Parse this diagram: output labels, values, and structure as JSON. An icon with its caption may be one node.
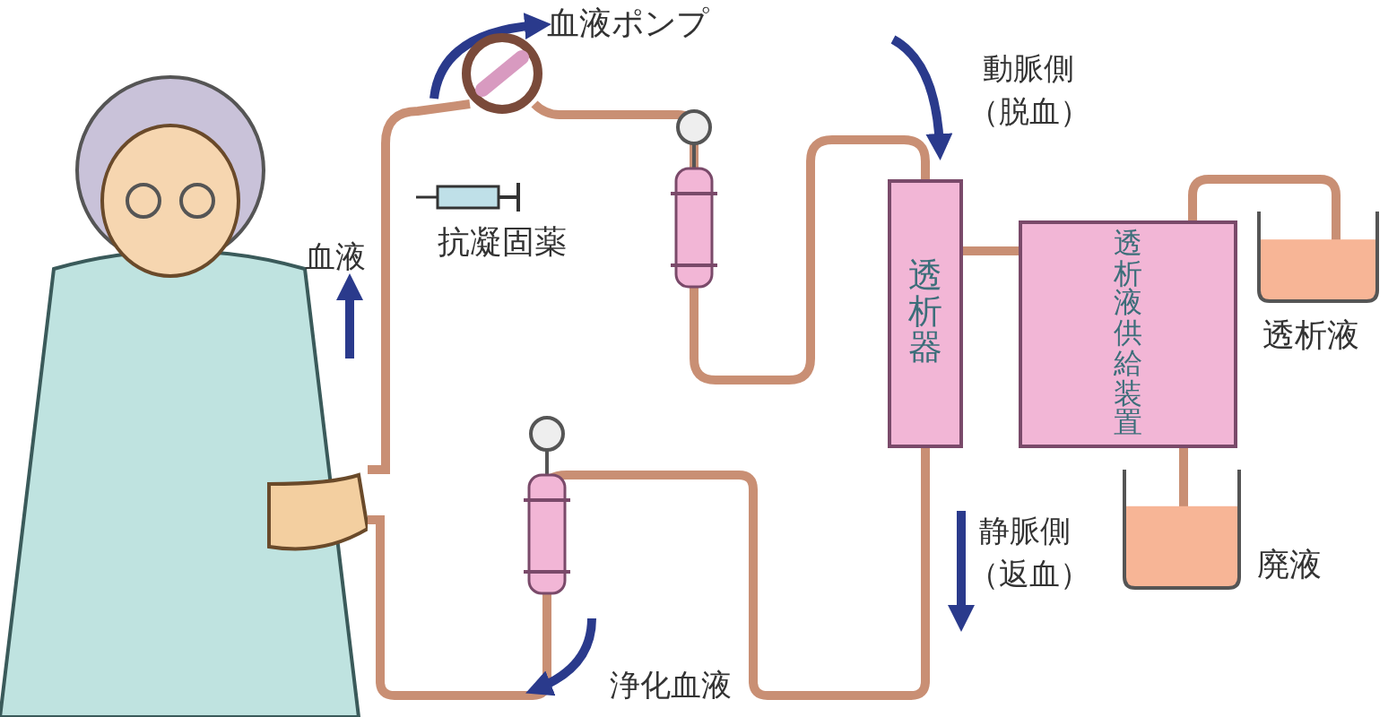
{
  "diagram": {
    "nodes": [
      {
        "text": [],
        "shape": "person"
      },
      {
        "text": [],
        "shape": "circle",
        "beside": [
          "血液ポンプ"
        ]
      },
      {
        "text": [],
        "shape": "picture",
        "beside": [
          "抗凝固薬"
        ]
      },
      {
        "text": [],
        "shape": "cylinder"
      },
      {
        "text": [
          "透析器"
        ]
      },
      {
        "text": [
          "透析液供給装置"
        ]
      },
      {
        "text": [],
        "shape": "beaker",
        "beside": [
          "透析液"
        ]
      },
      {
        "text": [],
        "shape": "beaker",
        "beside": [
          "廃液"
        ]
      },
      {
        "text": [],
        "shape": "cylinder"
      }
    ],
    "edges": [
      {
        "from": 0,
        "to": 1,
        "arrow": "none"
      },
      {
        "from": 1,
        "to": 3,
        "arrow": "none"
      },
      {
        "from": 3,
        "to": 4,
        "arrow": "none"
      },
      {
        "from": 4,
        "to": 5,
        "arrow": "none"
      },
      {
        "from": 6,
        "to": 5,
        "arrow": "none"
      },
      {
        "from": 5,
        "to": 7,
        "arrow": "none"
      },
      {
        "from": 4,
        "to": 8,
        "arrow": "none"
      },
      {
        "from": 8,
        "to": 0,
        "arrow": "none"
      }
    ],
    "labels": [
      "血液",
      "動脈側",
      "（脱血）",
      "静脈側",
      "（返血）",
      "浄化血液"
    ]
  }
}
